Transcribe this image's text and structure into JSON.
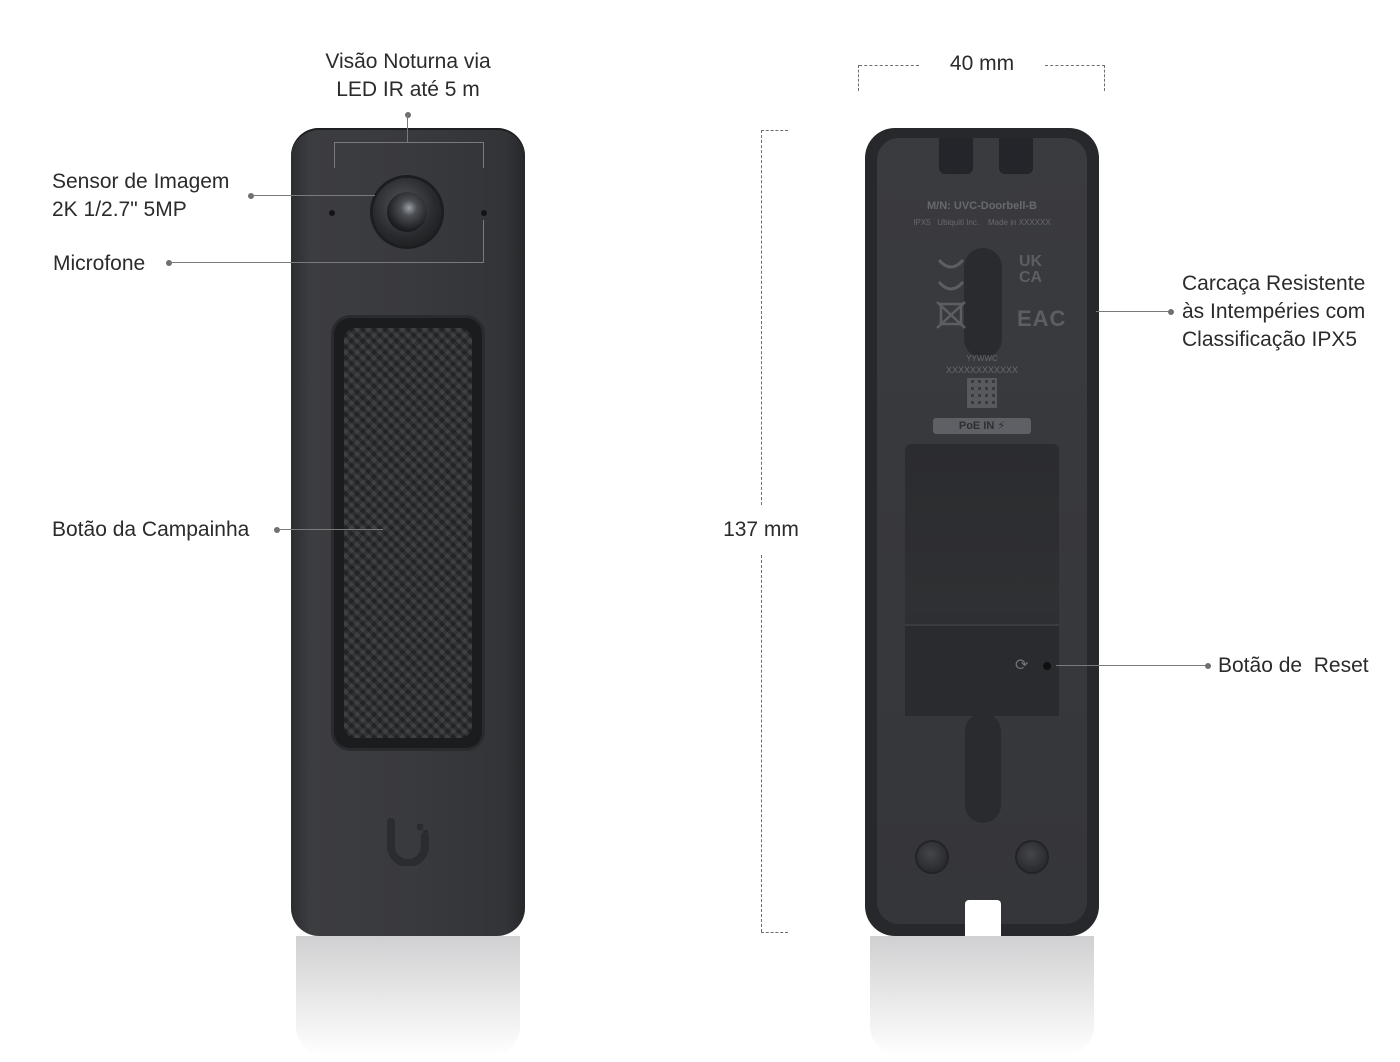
{
  "labels": {
    "night_vision_line1": "Visão Noturna via",
    "night_vision_line2": "LED IR até 5 m",
    "image_sensor_line1": "Sensor de Imagem",
    "image_sensor_line2": "2K 1/2.7\" 5MP",
    "microphone": "Microfone",
    "doorbell_button": "Botão da Campainha",
    "width_dimension": "40 mm",
    "height_dimension": "137 mm",
    "housing_line1": "Carcaça Resistente",
    "housing_line2": "às Intempéries com",
    "housing_line3": "Classificação IPX5",
    "reset_button": "Botão de  Reset"
  },
  "back_markings": {
    "model": "M/N: UVC-Doorbell-B",
    "rating_line": "IPX5   Ubiquiti Inc.    Made in XXXXXX",
    "date_code": "YYWWC",
    "serial": "XXXXXXXXXXXX",
    "poe_badge": "PoE IN ⚡",
    "cert_ukca": "UK CA",
    "cert_eac": "EAC"
  },
  "icons": [
    "camera-lens-icon",
    "ubiquiti-logo-icon",
    "reset-icon",
    "qr-code-icon",
    "weee-bin-icon"
  ],
  "colors": {
    "device_body": "#393a3e",
    "background": "#ffffff",
    "leader_line": "#7a7a7a"
  }
}
